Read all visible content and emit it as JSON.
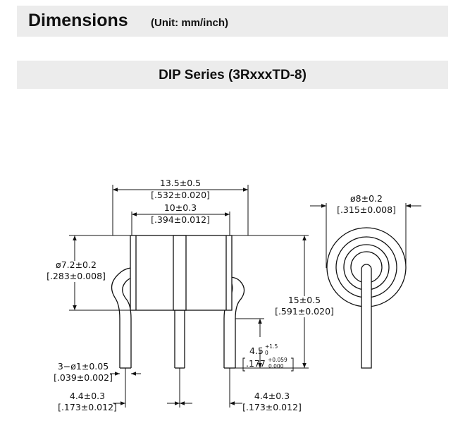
{
  "header": {
    "title": "Dimensions",
    "unit": "(Unit: mm/inch)"
  },
  "series": {
    "title": "DIP Series (3RxxxTD-8)"
  },
  "dimensions": {
    "overall_length": {
      "mm": "13.5±0.5",
      "inch": "[.532±0.020]"
    },
    "inner_length": {
      "mm": "10±0.3",
      "inch": "[.394±0.012]"
    },
    "body_diameter": {
      "mm": "ø7.2±0.2",
      "inch": "[.283±0.008]"
    },
    "height": {
      "mm": "15±0.5",
      "inch": "[.591±0.020]"
    },
    "lead_diameter": {
      "mm": "3−ø1±0.05",
      "inch": "[.039±0.002]"
    },
    "pitch_left": {
      "mm": "4.4±0.3",
      "inch": "[.173±0.012]"
    },
    "pitch_right": {
      "mm": "4.4±0.3",
      "inch": "[.173±0.012]"
    },
    "lead_length": {
      "mm": "4.5",
      "mm_plus": "+1.5",
      "mm_minus": "0",
      "inch": ".177",
      "inch_plus": "+0.059",
      "inch_minus": "0.000"
    },
    "end_diameter": {
      "mm": "ø8±0.2",
      "inch": "[.315±0.008]"
    }
  }
}
